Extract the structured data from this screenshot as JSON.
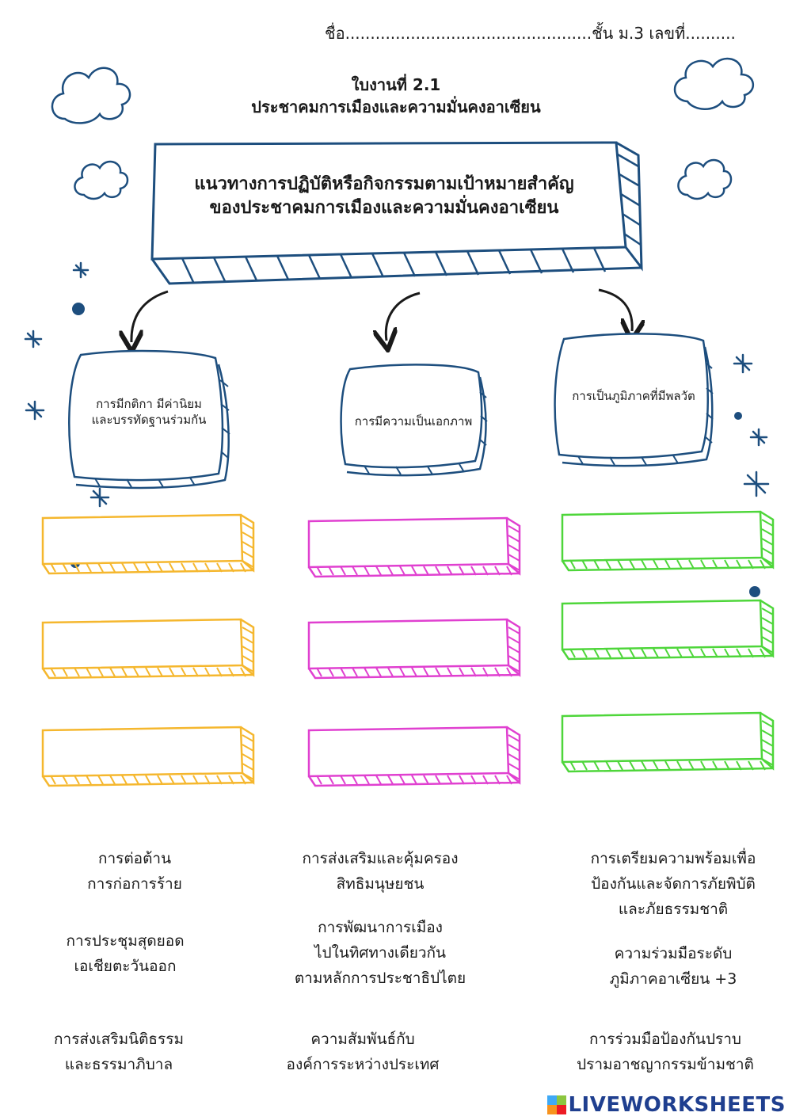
{
  "header": {
    "name_line": "ชื่อ.................................................ชั้น ม.3 เลขที่.........."
  },
  "title": {
    "line1": "ใบงานที่ 2.1",
    "line2": "ประชาคมการเมืองและความมั่นคงอาเซียน"
  },
  "main_box": {
    "line1": "แนวทางการปฏิบัติหรือกิจกรรมตามเป้าหมายสำคัญ",
    "line2": "ของประชาคมการเมืองและความมั่นคงอาเซียน"
  },
  "categories": [
    {
      "line1": "การมีกติกา มีค่านิยม",
      "line2": "และบรรทัดฐานร่วมกัน"
    },
    {
      "line1": "การมีความเป็นเอกภาพ",
      "line2": ""
    },
    {
      "line1": "การเป็นภูมิภาคที่มีพลวัต",
      "line2": ""
    }
  ],
  "colors": {
    "navy": "#1d4e7e",
    "yellow": "#f5b72e",
    "magenta": "#e040d0",
    "green": "#4ed63a",
    "brand": "#1f3f8f"
  },
  "choices": [
    [
      "การต่อต้าน",
      "การก่อการร้าย"
    ],
    [
      "การประชุมสุดยอด",
      "เอเชียตะวันออก"
    ],
    [
      "การส่งเสริมนิติธรรม",
      "และธรรมาภิบาล"
    ],
    [
      "การส่งเสริมและคุ้มครอง",
      "สิทธิมนุษยชน"
    ],
    [
      "การพัฒนาการเมือง",
      "ไปในทิศทางเดียวกัน",
      "ตามหลักการประชาธิปไตย"
    ],
    [
      "ความสัมพันธ์กับ",
      "องค์การระหว่างประเทศ"
    ],
    [
      "การเตรียมความพร้อมเพื่อ",
      "ป้องกันและจัดการภัยพิบัติ",
      "และภัยธรรมชาติ"
    ],
    [
      "ความร่วมมือระดับ",
      "ภูมิภาคอาเซียน +3"
    ],
    [
      "การร่วมมือป้องกันปราบ",
      "ปรามอาชญากรรมข้ามชาติ"
    ]
  ],
  "brand": "LIVEWORKSHEETS"
}
